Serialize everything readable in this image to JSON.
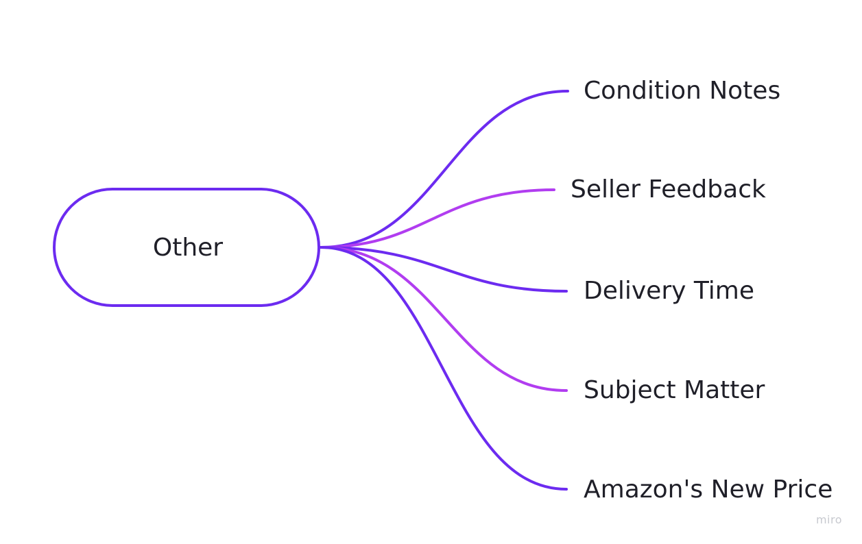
{
  "root": {
    "label": "Other",
    "border_color": "#6c2bf0"
  },
  "branches": [
    {
      "label": "Condition Notes",
      "color": "#6c2bf0"
    },
    {
      "label": "Seller Feedback",
      "color": "#b13df0"
    },
    {
      "label": "Delivery Time",
      "color": "#6c2bf0"
    },
    {
      "label": "Subject Matter",
      "color": "#b13df0"
    },
    {
      "label": "Amazon's New Price",
      "color": "#6c2bf0"
    }
  ],
  "watermark": "miro"
}
